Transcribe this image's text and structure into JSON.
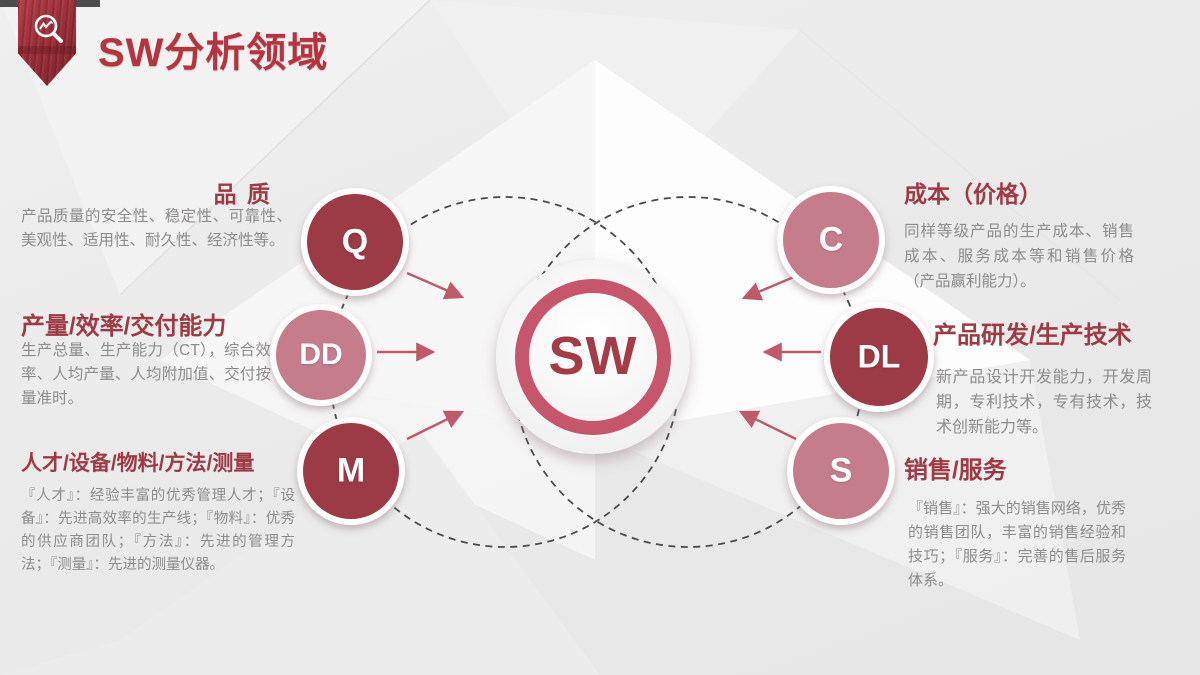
{
  "slide": {
    "title": "SW分析领域",
    "center_label": "SW"
  },
  "colors": {
    "title": "#b5343f",
    "heading": "#9e3a44",
    "body_text": "#8e8c8c",
    "node_dark": "#9c3a45",
    "node_light": "#c57d8c",
    "center_ring": "#c5566c",
    "arrow": "#bf5a6b",
    "dashed_line": "#4a4a4a"
  },
  "icons": {
    "ribbon_icon": "magnifier-trend-icon"
  },
  "left_blocks": [
    {
      "letter": "Q",
      "heading": "品 质",
      "description": "产品质量的安全性、稳定性、可靠性、美观性、适用性、耐久性、经济性等。"
    },
    {
      "letter": "DD",
      "heading": "产量/效率/交付能力",
      "description": "生产总量、生产能力（CT），综合效率、人均产量、人均附加值、交付按量准时。"
    },
    {
      "letter": "M",
      "heading": "人才/设备/物料/方法/测量",
      "description": "『人才』：经验丰富的优秀管理人才；『设备』：先进高效率的生产线；『物料』：优秀的供应商团队；『方法』：先进的管理方法；『测量』：先进的测量仪器。"
    }
  ],
  "right_blocks": [
    {
      "letter": "C",
      "heading": "成本（价格）",
      "description": "同样等级产品的生产成本、销售成本、服务成本等和销售价格（产品赢利能力）。"
    },
    {
      "letter": "DL",
      "heading": "产品研发/生产技术",
      "description": "新产品设计开发能力，开发周期，专利技术，专有技术，技术创新能力等。"
    },
    {
      "letter": "S",
      "heading": "销售/服务",
      "description": "『销售』：强大的销售网络，优秀的销售团队，丰富的销售经验和技巧；『服务』：完善的售后服务体系。"
    }
  ]
}
